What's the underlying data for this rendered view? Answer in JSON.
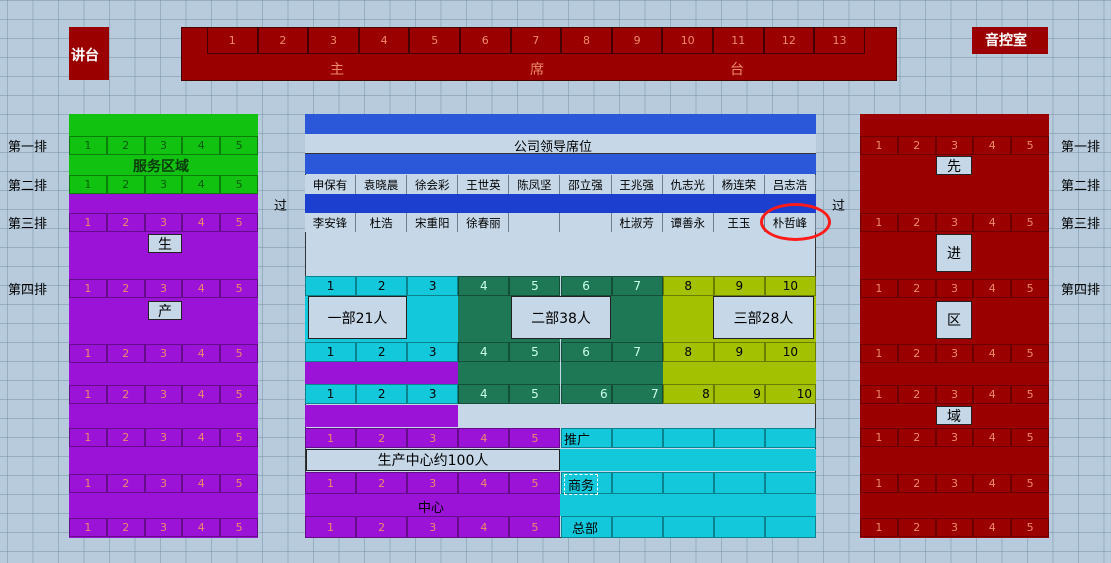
{
  "top": {
    "podium": "讲台",
    "sound_room": "音控室",
    "main_seats": [
      "1",
      "2",
      "3",
      "4",
      "5",
      "6",
      "7",
      "8",
      "9",
      "10",
      "11",
      "12",
      "13"
    ],
    "main_title_chars": [
      "主",
      "席",
      "台"
    ]
  },
  "rows": [
    "第一排",
    "第二排",
    "第三排",
    "第四排"
  ],
  "aisle": "过",
  "left_zone": {
    "service_label": "服务区域",
    "seat_nums": [
      "1",
      "2",
      "3",
      "4",
      "5"
    ],
    "chars": [
      "生",
      "产"
    ]
  },
  "right_zone": {
    "chars": [
      "先",
      "进",
      "区",
      "域"
    ]
  },
  "center": {
    "leaders_title": "公司领导席位",
    "row2_names": [
      "申保有",
      "袁晓晨",
      "徐会彩",
      "王世英",
      "陈凤坚",
      "邵立强",
      "王兆强",
      "仇志光",
      "杨连荣",
      "吕志浩"
    ],
    "row3_names": [
      "李安锋",
      "杜浩",
      "宋重阳",
      "徐春丽",
      "",
      "",
      "杜淑芳",
      "谭善永",
      "王玉",
      "朴哲峰"
    ],
    "dept1": "一部21人",
    "dept2": "二部38人",
    "dept3": "三部28人",
    "seat_nums10": [
      "1",
      "2",
      "3",
      "4",
      "5",
      "6",
      "7",
      "8",
      "9",
      "10"
    ],
    "promo": "推广",
    "production": "生产中心约100人",
    "business": "商务",
    "center_label": "中心",
    "hq": "总部"
  },
  "highlight": {
    "color": "#ff1a1a",
    "target": "朴哲峰"
  }
}
